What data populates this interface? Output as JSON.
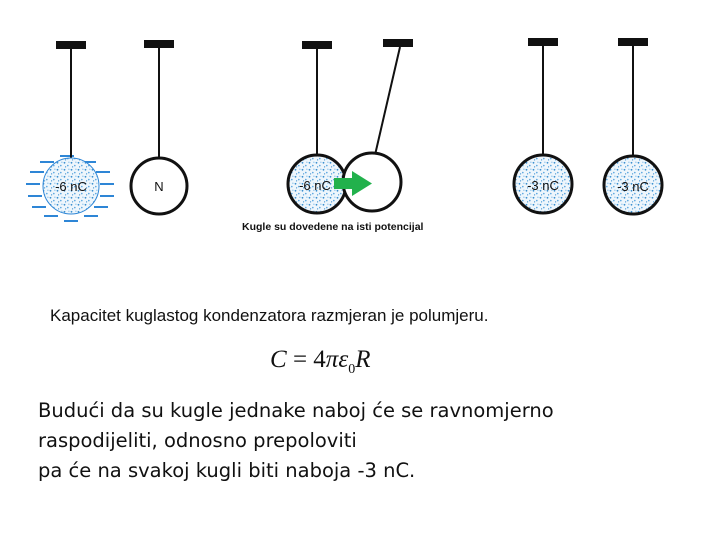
{
  "balls": [
    {
      "label": "-6 nC",
      "charged": true
    },
    {
      "label": "N",
      "charged": false
    },
    {
      "label": "-6 nC",
      "charged": true
    },
    {
      "label": "",
      "charged": false
    },
    {
      "label": "-3 nC",
      "charged": true
    },
    {
      "label": "-3 nC",
      "charged": true
    }
  ],
  "caption": "Kugle su dovedene na isti potencijal",
  "statement": "Kapacitet kuglastog kondenzatora razmjeran je polumjeru.",
  "formula": {
    "lhs": "C",
    "equals": "=",
    "coef": "4",
    "pi": "π",
    "eps": "ε",
    "sub": "0",
    "R": "R"
  },
  "conclusion": [
    "Budući da su kugle jednake naboj će se ravnomjerno",
    "raspodijeliti, odnosno prepoloviti",
    "pa će na svakoj kugli biti naboja -3 nC."
  ],
  "colors": {
    "stroke": "#111111",
    "dots": "#3a8fd0",
    "arrow": "#22b14c",
    "field_lines": "#2e86d6"
  }
}
